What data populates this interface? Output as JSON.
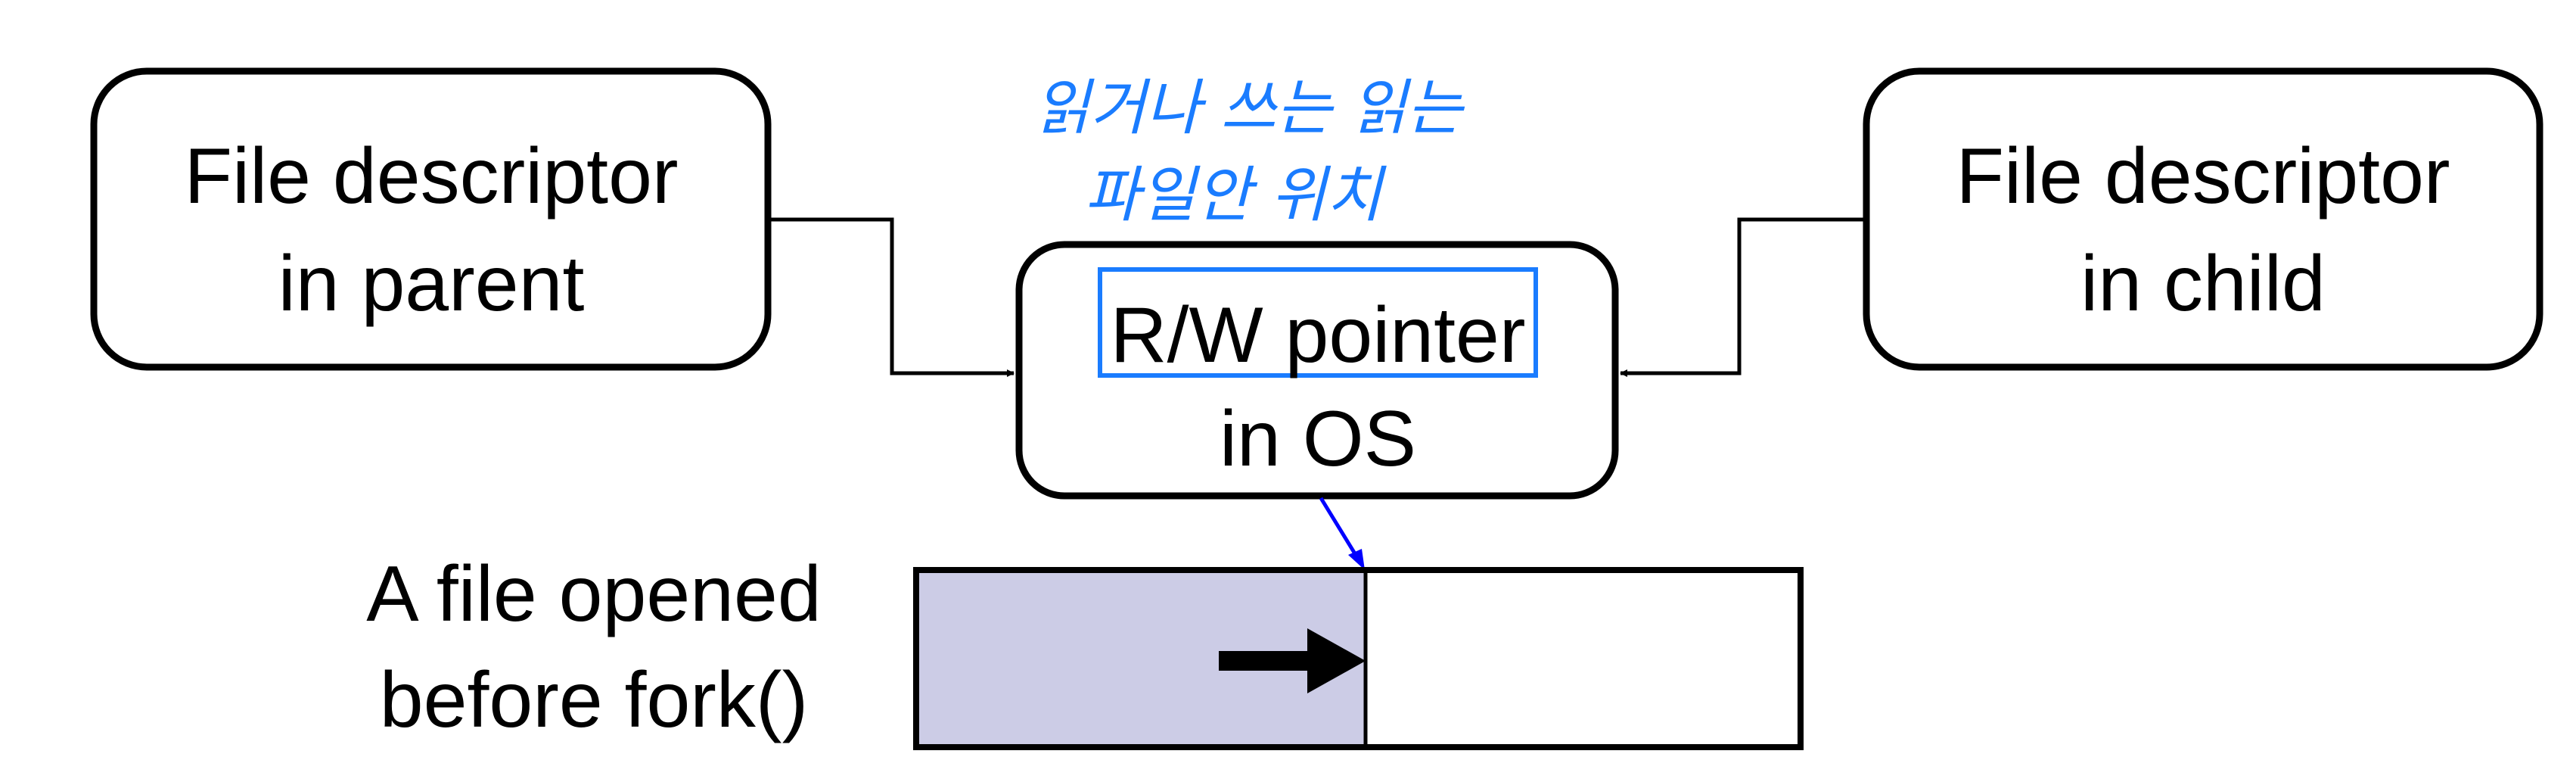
{
  "parent_box": {
    "line1": "File descriptor",
    "line2": "in parent"
  },
  "child_box": {
    "line1": "File descriptor",
    "line2": "in child"
  },
  "os_box": {
    "line1": "R/W pointer",
    "line2": "in OS"
  },
  "annotation": {
    "line1": "읽거나 쓰는 읽는",
    "line2": "파일안 위치"
  },
  "file_label": {
    "line1": "A file opened",
    "line2": "before fork()"
  },
  "colors": {
    "annotation": "#1a7cff",
    "pointer_arrow": "#0000ff",
    "file_read_region": "#cccce6"
  }
}
